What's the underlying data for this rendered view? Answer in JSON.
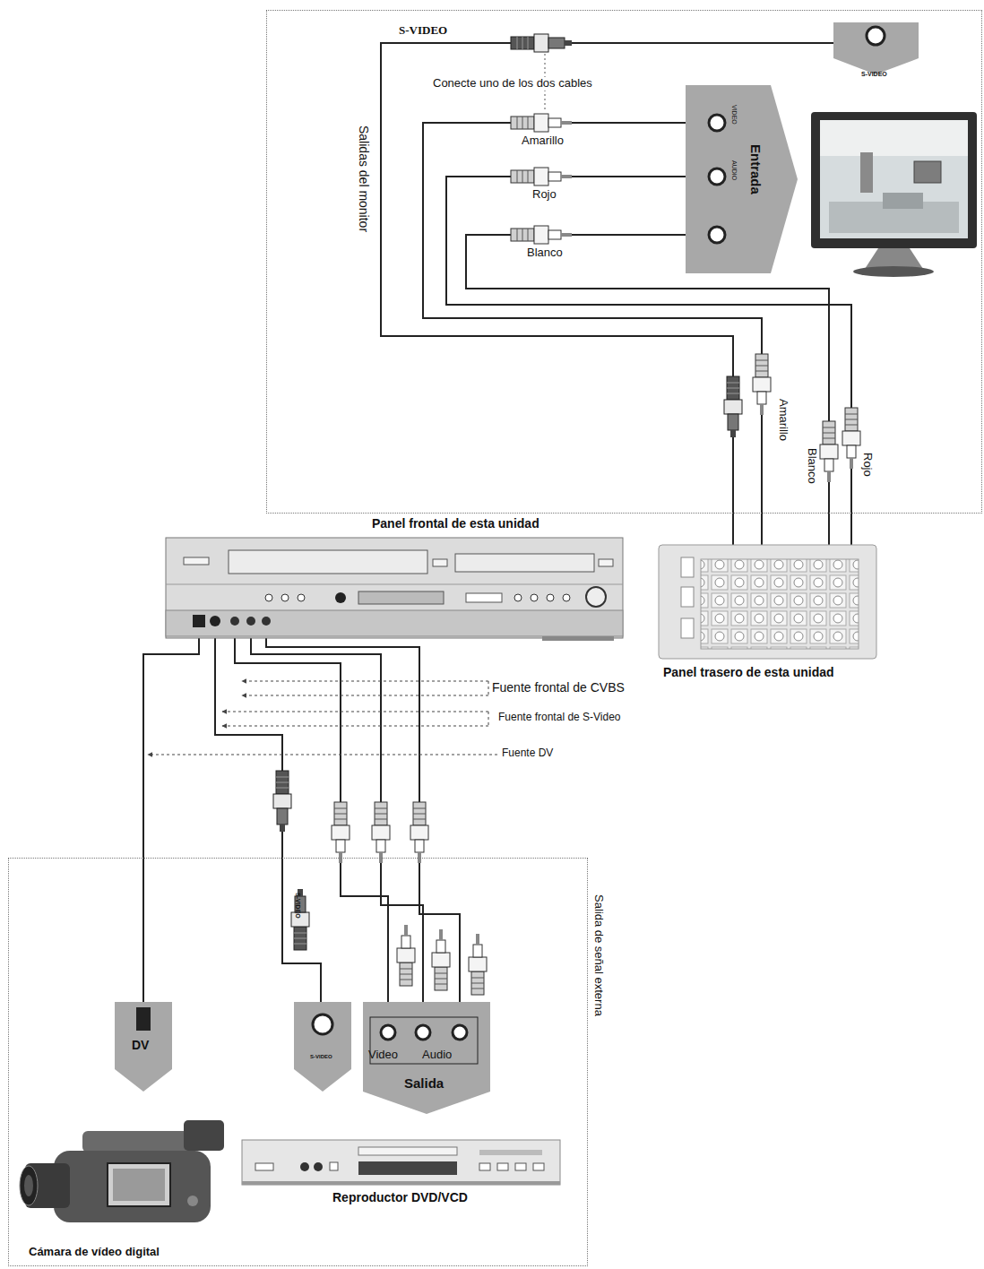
{
  "diagram": {
    "nodes": [
      {
        "text": [
          "Salidas del monitor"
        ]
      },
      {
        "text": [
          "S-VIDEO"
        ],
        "in": 0
      },
      {
        "text": [
          "Entrada",
          "VIDEO",
          "AUDIO"
        ],
        "in": 0
      },
      {
        "text": [
          "Panel frontal de esta unidad"
        ]
      },
      {
        "text": [
          "Panel trasero de esta unidad"
        ]
      },
      {
        "text": [
          "Salida de señal externa"
        ]
      },
      {
        "text": [
          "DV"
        ],
        "in": 5
      },
      {
        "text": [
          "S-VIDEO"
        ],
        "in": 5
      },
      {
        "text": [
          "Video",
          "Audio",
          "Salida"
        ],
        "in": 5
      },
      {
        "text": [
          "Cámara de vídeo digital"
        ],
        "in": 5
      },
      {
        "text": [
          "Reproductor DVD/VCD"
        ],
        "in": 5
      }
    ],
    "edges": [
      {
        "from": 4,
        "to": 1,
        "arrow": "none",
        "label": "S-VIDEO"
      },
      {
        "from": 4,
        "to": 2,
        "arrow": "none",
        "label": "Amarillo"
      },
      {
        "from": 4,
        "to": 2,
        "arrow": "none",
        "label": "Rojo"
      },
      {
        "from": 4,
        "to": 2,
        "arrow": "none",
        "label": "Blanco"
      },
      {
        "from": 6,
        "to": 3,
        "arrow": "none"
      },
      {
        "from": 7,
        "to": 3,
        "arrow": "none"
      },
      {
        "from": 8,
        "to": 3,
        "arrow": "none"
      },
      {
        "from": 8,
        "to": 3,
        "arrow": "none"
      },
      {
        "from": 8,
        "to": 3,
        "arrow": "none"
      }
    ],
    "labels": [
      "Conecte uno de los dos cables",
      "Amarillo",
      "Blanco",
      "Rojo",
      "Fuente frontal de CVBS",
      "Fuente frontal de S-Video",
      "Fuente DV",
      "S-VIDEO"
    ]
  }
}
